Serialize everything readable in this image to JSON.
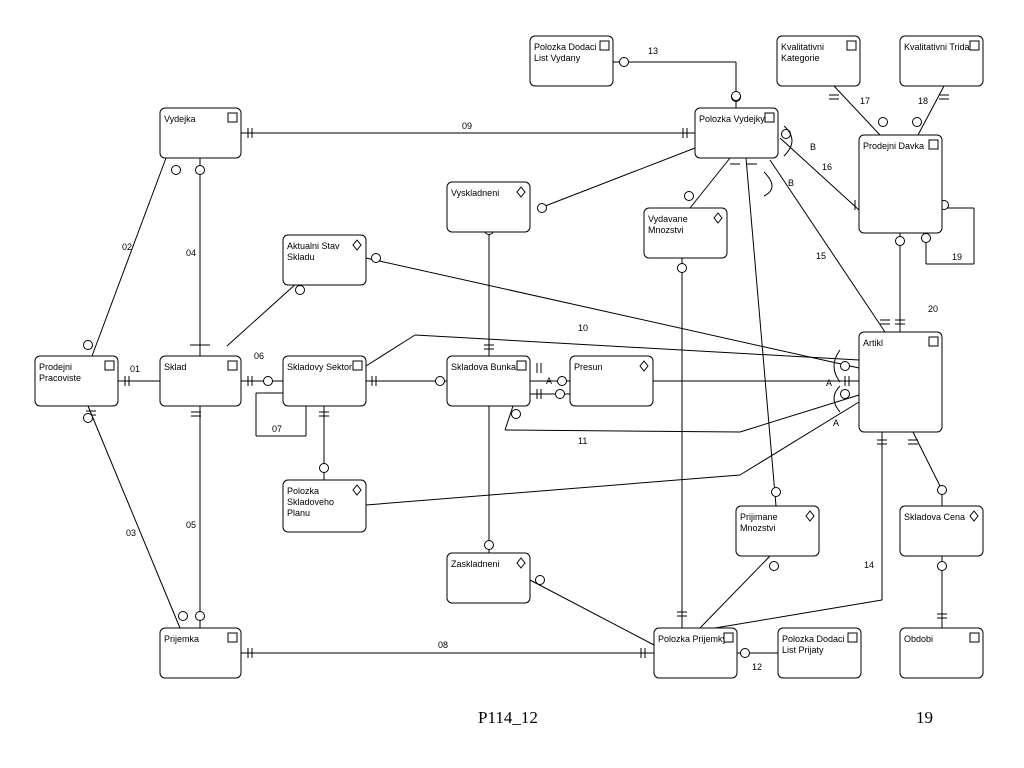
{
  "entities": [
    {
      "id": "vydejka",
      "lines": [
        "Vydejka"
      ],
      "icon": "entity-square-icon"
    },
    {
      "id": "prodejni-pracoviste",
      "lines": [
        "Prodejni",
        "Pracoviste"
      ],
      "icon": "entity-square-icon"
    },
    {
      "id": "sklad",
      "lines": [
        "Sklad"
      ],
      "icon": "entity-square-icon"
    },
    {
      "id": "prijemka",
      "lines": [
        "Prijemka"
      ],
      "icon": "entity-square-icon"
    },
    {
      "id": "aktualni-stav-skladu",
      "lines": [
        "Aktualni Stav",
        "Skladu"
      ],
      "icon": "entity-diamond-icon"
    },
    {
      "id": "skladovy-sektor",
      "lines": [
        "Skladovy Sektor"
      ],
      "icon": "entity-square-icon"
    },
    {
      "id": "polozka-skladoveho-planu",
      "lines": [
        "Polozka",
        "Skladoveho",
        "Planu"
      ],
      "icon": "entity-diamond-icon"
    },
    {
      "id": "vyskladneni",
      "lines": [
        "Vyskladneni"
      ],
      "icon": "entity-diamond-icon"
    },
    {
      "id": "skladova-bunka",
      "lines": [
        "Skladova Bunka"
      ],
      "icon": "entity-square-icon"
    },
    {
      "id": "presun",
      "lines": [
        "Presun"
      ],
      "icon": "entity-diamond-icon"
    },
    {
      "id": "zaskladneni",
      "lines": [
        "Zaskladneni"
      ],
      "icon": "entity-diamond-icon"
    },
    {
      "id": "polozka-dodaci-list-vydany",
      "lines": [
        "Polozka Dodaci",
        "List Vydany"
      ],
      "icon": "entity-square-icon"
    },
    {
      "id": "polozka-vydejky",
      "lines": [
        "Polozka Vydejky"
      ],
      "icon": "entity-square-icon"
    },
    {
      "id": "vydavane-mnozstvi",
      "lines": [
        "Vydavane",
        "Mnozstvi"
      ],
      "icon": "entity-diamond-icon"
    },
    {
      "id": "prijimane-mnozstvi",
      "lines": [
        "Prijimane",
        "Mnozstvi"
      ],
      "icon": "entity-diamond-icon"
    },
    {
      "id": "polozka-prijemky",
      "lines": [
        "Polozka Prijemky"
      ],
      "icon": "entity-square-icon"
    },
    {
      "id": "polozka-dodaci-list-prijaty",
      "lines": [
        "Polozka Dodaci",
        "List Prijaty"
      ],
      "icon": "entity-square-icon"
    },
    {
      "id": "kvalitativni-kategorie",
      "lines": [
        "Kvalitativni",
        "Kategorie"
      ],
      "icon": "entity-square-icon"
    },
    {
      "id": "kvalitativni-trida",
      "lines": [
        "Kvalitativni Trida"
      ],
      "icon": "entity-square-icon"
    },
    {
      "id": "prodejni-davka",
      "lines": [
        "Prodejni Davka"
      ],
      "icon": "entity-square-icon"
    },
    {
      "id": "artikl",
      "lines": [
        "Artikl"
      ],
      "icon": "entity-square-icon"
    },
    {
      "id": "skladova-cena",
      "lines": [
        "Skladova Cena"
      ],
      "icon": "entity-diamond-icon"
    },
    {
      "id": "obdobi",
      "lines": [
        "Obdobi"
      ],
      "icon": "entity-square-icon"
    }
  ],
  "relationship_labels": [
    "01",
    "02",
    "03",
    "04",
    "05",
    "06",
    "07",
    "08",
    "09",
    "10",
    "11",
    "12",
    "13",
    "14",
    "15",
    "16",
    "17",
    "18",
    "19",
    "20"
  ],
  "arc_labels": [
    "A",
    "A",
    "A",
    "B",
    "B"
  ],
  "footer": {
    "title": "P114_12",
    "page": "19"
  }
}
